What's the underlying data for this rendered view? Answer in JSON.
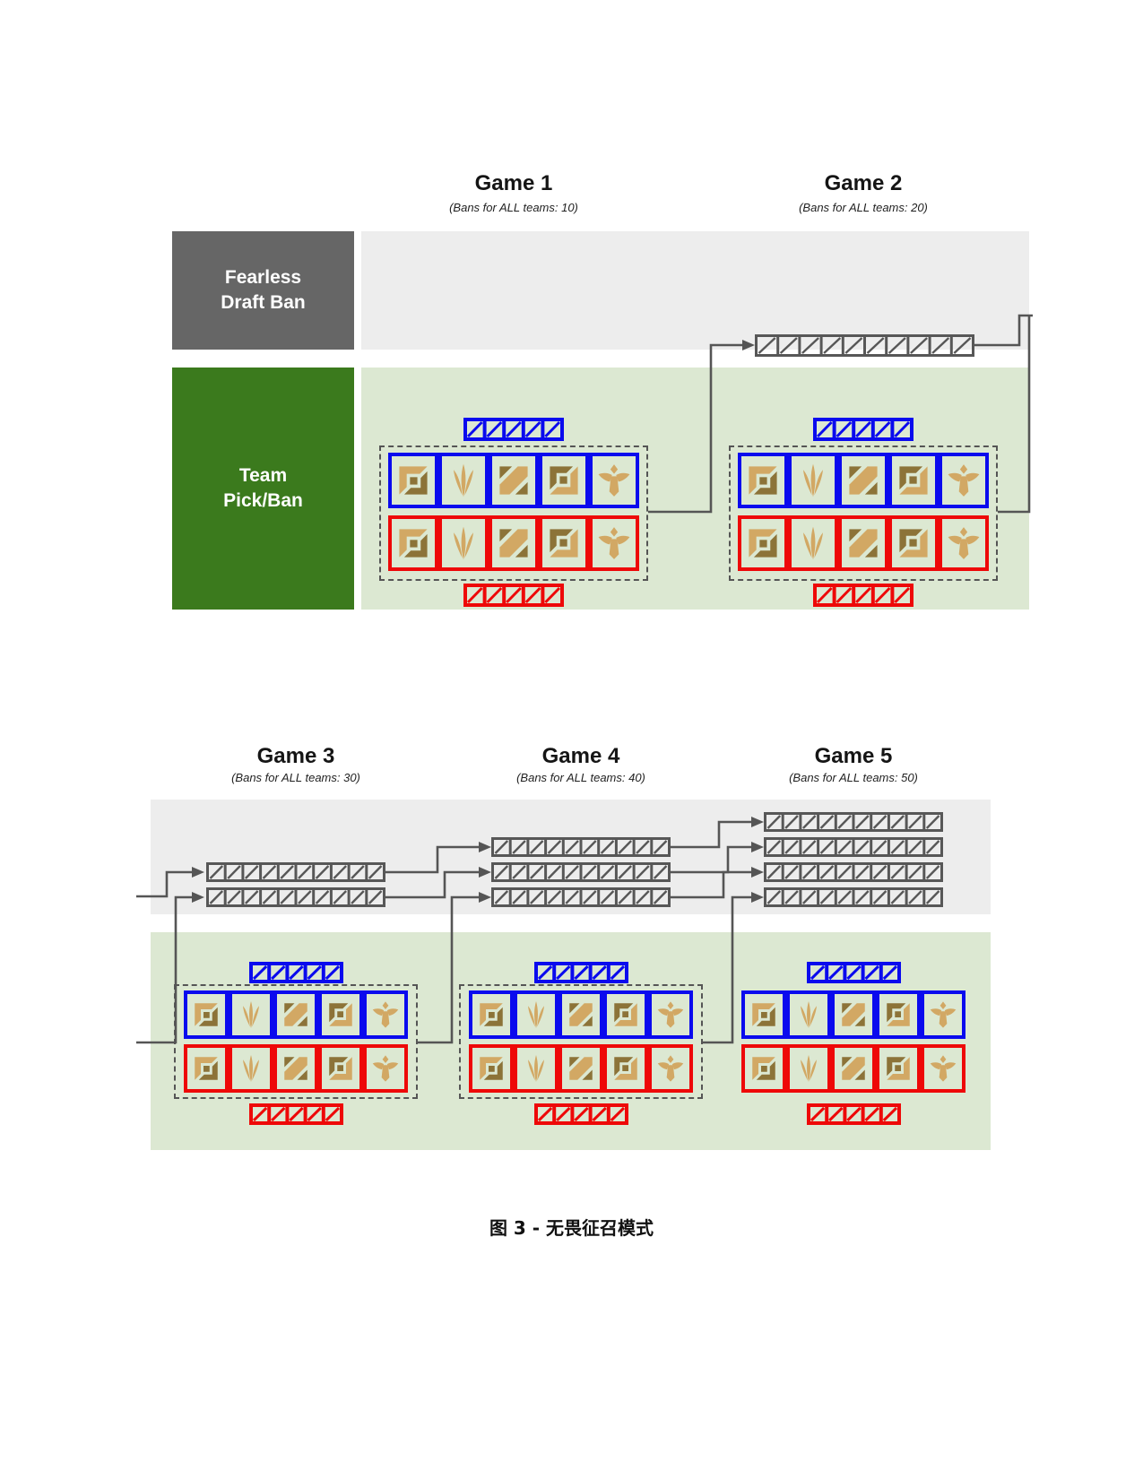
{
  "figure_caption": "图 3 - 无畏征召模式",
  "row_labels": {
    "fearless": {
      "lines": [
        "Fearless",
        "Draft Ban"
      ]
    },
    "team": {
      "lines": [
        "Team",
        "Pick/Ban"
      ]
    }
  },
  "games": [
    {
      "title": "Game 1",
      "subtitle": "(Bans for ALL teams: 10)",
      "carried_ban_strips": 0
    },
    {
      "title": "Game 2",
      "subtitle": "(Bans for ALL teams: 20)",
      "carried_ban_strips": 1
    },
    {
      "title": "Game 3",
      "subtitle": "(Bans for ALL teams: 30)",
      "carried_ban_strips": 2
    },
    {
      "title": "Game 4",
      "subtitle": "(Bans for ALL teams: 40)",
      "carried_ban_strips": 3
    },
    {
      "title": "Game 5",
      "subtitle": "(Bans for ALL teams: 50)",
      "carried_ban_strips": 4
    }
  ],
  "pick_roles": [
    "top-lane",
    "jungle",
    "mid-lane",
    "bot-lane",
    "support"
  ],
  "counts": {
    "team_ban_cells_per_strip": 5,
    "picks_per_team_per_game": 5,
    "carried_ban_cells_per_strip": 10
  },
  "colors": {
    "blue_team": "#0a0aee",
    "red_team": "#ee0808",
    "carried_ban_gray": "#575757",
    "connector": "#555555",
    "fearless_row_bg": "#ededed",
    "team_row_bg": "#dce8d2",
    "fearless_label_bg": "#666666",
    "team_label_bg": "#3b7a1d",
    "icon_light": "#d2a864",
    "icon_dark": "#8c7338",
    "dashed_border": "#555555"
  }
}
